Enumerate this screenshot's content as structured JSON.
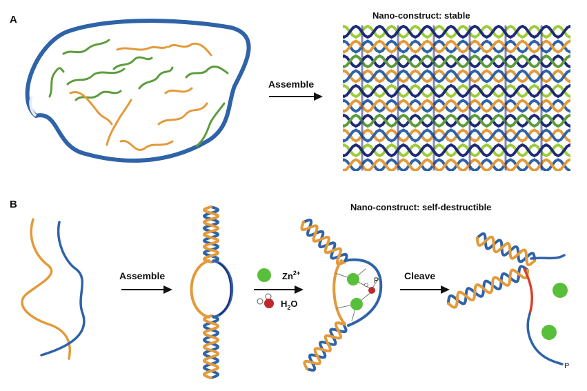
{
  "panel_a": {
    "label": "A",
    "assemble_label": "Assemble",
    "title": "Nano-construct:  stable"
  },
  "panel_b": {
    "label": "B",
    "assemble_label": "Assemble",
    "title": "Nano-construct:  self-destructible",
    "zn_text": "Zn",
    "zn_charge": "2+",
    "water_h": "H",
    "water_sub": "2",
    "water_o": "O",
    "cleave_label": "Cleave",
    "phosphate_label_1": "P",
    "phosphate_label_2": "P"
  },
  "colors": {
    "blue": "#2f63a8",
    "navy": "#1f2a78",
    "orange": "#e39a3a",
    "green": "#5d9c3c",
    "lime": "#9ccc3a",
    "zinc": "#58bf3a",
    "oxygen": "#c0282b",
    "red_site": "#d8402b",
    "arrow": "#111111"
  }
}
